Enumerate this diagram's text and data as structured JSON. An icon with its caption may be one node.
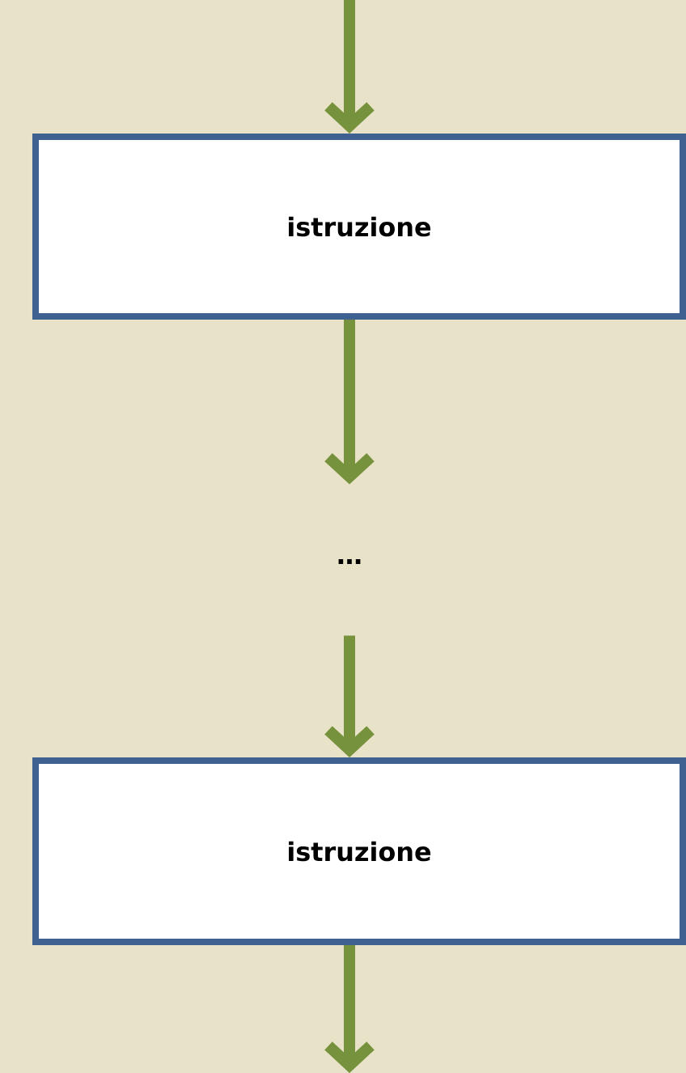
{
  "diagram": {
    "nodes": [
      {
        "text": [
          "istruzione"
        ]
      },
      {
        "text": [
          "…"
        ]
      },
      {
        "text": [
          "istruzione"
        ]
      }
    ],
    "edges": [
      {
        "from": null,
        "to": 0,
        "arrow": "to"
      },
      {
        "from": 0,
        "to": 1,
        "arrow": "to"
      },
      {
        "from": 1,
        "to": 2,
        "arrow": "to"
      },
      {
        "from": 2,
        "to": null,
        "arrow": "to"
      }
    ]
  }
}
